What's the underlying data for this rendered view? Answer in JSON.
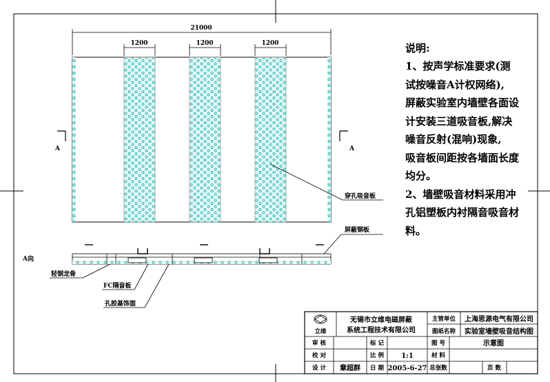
{
  "drawing": {
    "overall_dimension": "21000",
    "panel_dimension": "1200",
    "section_marker_letter": "A",
    "view_label": "A向",
    "callouts": {
      "perforated_panel": "穿孔吸音板",
      "shield_steel_plate": "屏蔽钢板",
      "light_steel_keel": "轻钢龙骨",
      "fc_board": "FC隔音板",
      "glue_finish": "孔胶基饰面"
    }
  },
  "notes": {
    "title": "说明:",
    "lines": [
      "1、按声学标准要求(测",
      "试按噪音A计权网络),",
      "屏蔽实验室内墙壁各面设",
      "计安装三道吸音板,解决",
      "噪音反射(混响)现象,",
      "吸音板间距按各墙面长度",
      "均分。",
      "2、墙壁吸音材料采用冲",
      "孔铝塑板内衬隔音吸音材",
      "料。"
    ]
  },
  "title_block": {
    "logo_text": "立维",
    "company_line1": "无锡市立维电磁屏蔽",
    "company_line2": "系统工程技术有限公司",
    "client_label": "主管单位",
    "client_value": "上海思源电气有限公司",
    "drawing_name_label": "图纸名称",
    "drawing_name_value": "实验室墙壁吸音结构图",
    "review_label": "审 核",
    "mark_label": "标 记",
    "figure_no_label": "图 号",
    "figure_no_value": "示意图",
    "proofread_label": "校 对",
    "scale_label": "比 例",
    "scale_value": "1:1",
    "material_label": "材 料",
    "design_label": "设 计",
    "designer_value": "章超群",
    "date_label": "日 期",
    "date_value": "2005-6-27",
    "total_label": "总张数",
    "page_label": "页 数"
  }
}
